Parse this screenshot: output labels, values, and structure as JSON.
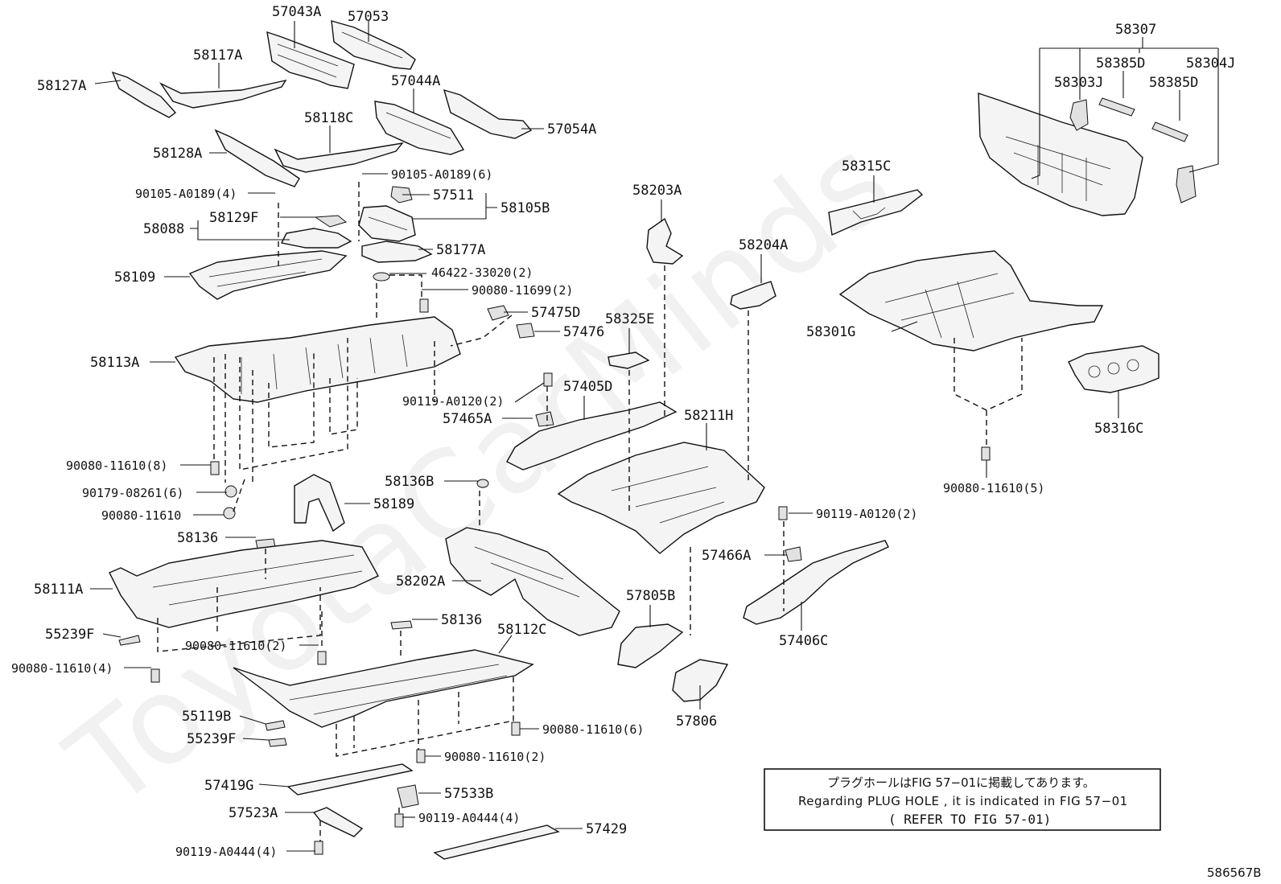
{
  "watermark": "ToyotaCarMinds",
  "figure_id": "586567B",
  "note": {
    "line1": "プラグホールはFIG 57−01に掲載してあります。",
    "line2": "Regarding  PLUG  HOLE , it is indicated in FIG  57−01",
    "line3": "( REFER TO FIG 57-01)"
  },
  "labels": {
    "p57043A": "57043A",
    "p57053": "57053",
    "p58117A": "58117A",
    "p58127A": "58127A",
    "p57044A": "57044A",
    "p57054A": "57054A",
    "p58118C": "58118C",
    "p58128A": "58128A",
    "b90105A0189_6": "90105-A0189(6)",
    "b90105A0189_4": "90105-A0189(4)",
    "p57511": "57511",
    "p58105B": "58105B",
    "p58129F": "58129F",
    "p58088": "58088",
    "p58177A": "58177A",
    "p58109": "58109",
    "b46422": "46422-33020(2)",
    "b90080_11699_2": "90080-11699(2)",
    "p57475D": "57475D",
    "p57476": "57476",
    "p58113A": "58113A",
    "p58325E": "58325E",
    "b90119A0120_2a": "90119-A0120(2)",
    "p57405D": "57405D",
    "p57465A": "57465A",
    "p58211H": "58211H",
    "b90080_11610_8": "90080-11610(8)",
    "b90179_08261_6": "90179-08261(6)",
    "b90080_11610": "90080-11610",
    "p58189": "58189",
    "p58136B": "58136B",
    "p58136a": "58136",
    "p58111A": "58111A",
    "p58202A": "58202A",
    "p55239Fa": "55239F",
    "b90080_11610_2a": "90080-11610(2)",
    "p58136b": "58136",
    "p58112C": "58112C",
    "b90080_11610_4": "90080-11610(4)",
    "p57805B": "57805B",
    "p55119B": "55119B",
    "p55239Fb": "55239F",
    "b90080_11610_6": "90080-11610(6)",
    "b90080_11610_2b": "90080-11610(2)",
    "p57806": "57806",
    "p57419G": "57419G",
    "p57533B": "57533B",
    "p57523A": "57523A",
    "b90119A0444_4a": "90119-A0444(4)",
    "p57429": "57429",
    "b90119A0444_4b": "90119-A0444(4)",
    "p58203A": "58203A",
    "p58204A": "58204A",
    "p58315C": "58315C",
    "p58307": "58307",
    "p58385Da": "58385D",
    "p58304J": "58304J",
    "p58303J": "58303J",
    "p58385Db": "58385D",
    "p58301G": "58301G",
    "p58316C": "58316C",
    "b90080_11610_5": "90080-11610(5)",
    "b90119A0120_2b": "90119-A0120(2)",
    "p57466A": "57466A",
    "p57406C": "57406C"
  }
}
